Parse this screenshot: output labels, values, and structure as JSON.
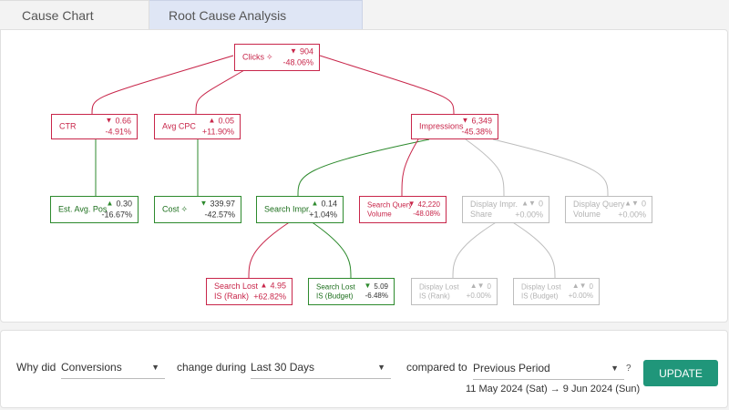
{
  "tabs": [
    {
      "label": "Cause Chart"
    },
    {
      "label": "Root Cause Analysis"
    }
  ],
  "nodes": {
    "clicks": {
      "label": "Clicks",
      "icon": "crosshair-icon",
      "arrow": "down",
      "value": "904",
      "change": "-48.06%"
    },
    "ctr": {
      "label": "CTR",
      "arrow": "down",
      "value": "0.66",
      "change": "-4.91%"
    },
    "avg_cpc": {
      "label": "Avg CPC",
      "arrow": "up",
      "value": "0.05",
      "change": "+11.90%"
    },
    "impressions": {
      "label": "Impressions",
      "arrow": "down",
      "value": "6,349",
      "change": "-45.38%"
    },
    "est_avg_pos": {
      "label": "Est. Avg. Pos",
      "arrow": "up",
      "value": "0.30",
      "change": "-16.67%"
    },
    "cost": {
      "label": "Cost",
      "icon": "crosshair-icon",
      "arrow": "down",
      "value": "339.97",
      "change": "-42.57%"
    },
    "search_impr": {
      "label": "Search Impr.",
      "arrow": "up",
      "value": "0.14",
      "change": "+1.04%"
    },
    "search_query_volume": {
      "label_line1": "Search Query",
      "label_line2": "Volume",
      "arrow": "down",
      "value": "42,220",
      "change": "-48.08%"
    },
    "display_impr_share": {
      "label_line1": "Display Impr.",
      "label_line2": "Share",
      "arrow": "flat",
      "value": "0",
      "change": "+0.00%"
    },
    "display_query_volume": {
      "label_line1": "Display Query",
      "label_line2": "Volume",
      "arrow": "flat",
      "value": "0",
      "change": "+0.00%"
    },
    "search_lost_is_rank": {
      "label_line1": "Search Lost",
      "label_line2": "IS (Rank)",
      "arrow": "up",
      "value": "4.95",
      "change": "+62.82%"
    },
    "search_lost_is_budget": {
      "label_line1": "Search Lost",
      "label_line2": "IS (Budget)",
      "arrow": "down",
      "value": "5.09",
      "change": "-6.48%"
    },
    "display_lost_is_rank": {
      "label_line1": "Display Lost",
      "label_line2": "IS (Rank)",
      "arrow": "flat",
      "value": "0",
      "change": "+0.00%"
    },
    "display_lost_is_budget": {
      "label_line1": "Display Lost",
      "label_line2": "IS (Budget)",
      "arrow": "flat",
      "value": "0",
      "change": "+0.00%"
    }
  },
  "colors": {
    "red": "#c8264a",
    "green": "#2d8a2d",
    "gray": "#bdbdbd",
    "accent": "#20967a"
  },
  "controls": {
    "why_did": "Why did",
    "metric": "Conversions",
    "change_during": "change during",
    "period": "Last 30 Days",
    "compared_to": "compared to",
    "comparison": "Previous Period",
    "help": "?",
    "update": "UPDATE",
    "date_range": "11 May 2024 (Sat) → 9 Jun 2024 (Sun)"
  }
}
